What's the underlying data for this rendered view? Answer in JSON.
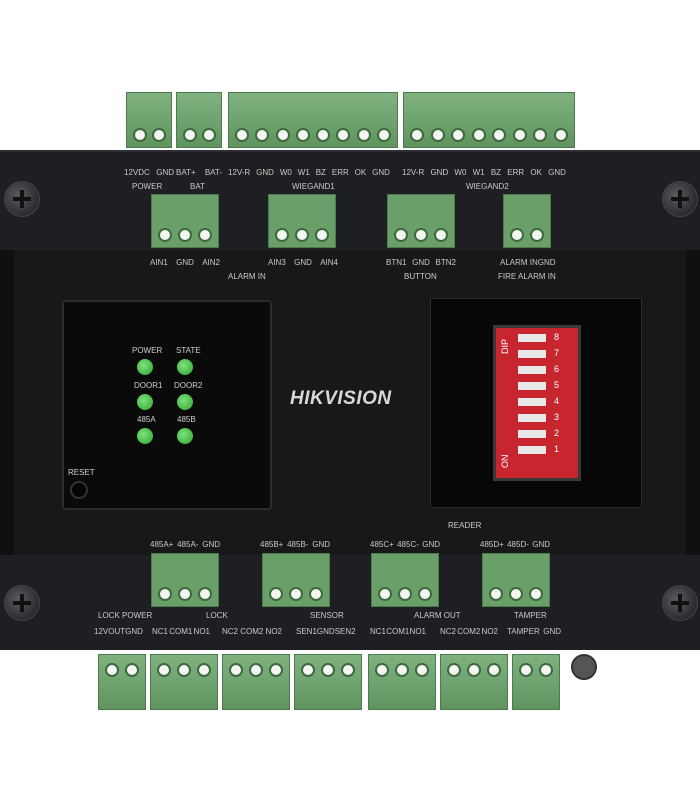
{
  "colors": {
    "panel": "#141517",
    "terminal": "#6a9f6a",
    "led": "#3fbf3f",
    "dip": "#c7262e"
  },
  "brand": "HIKVISION",
  "top_labels": {
    "power": [
      "12VDC",
      "GND"
    ],
    "power_group": "POWER",
    "bat": [
      "BAT+",
      "BAT-"
    ],
    "bat_group": "BAT",
    "wiegand1": [
      "12V-R",
      "GND",
      "W0",
      "W1",
      "BZ",
      "ERR",
      "OK",
      "GND"
    ],
    "wiegand1_group": "WIEGAND1",
    "wiegand2": [
      "12V-R",
      "GND",
      "W0",
      "W1",
      "BZ",
      "ERR",
      "OK",
      "GND"
    ],
    "wiegand2_group": "WIEGAND2"
  },
  "mid_labels": {
    "alarm_in_a": [
      "AIN1",
      "GND",
      "AIN2"
    ],
    "alarm_in_b": [
      "AIN3",
      "GND",
      "AIN4"
    ],
    "alarm_in_group": "ALARM IN",
    "button": [
      "BTN1",
      "GND",
      "BTN2"
    ],
    "button_group": "BUTTON",
    "fire": [
      "ALARM IN",
      "GND"
    ],
    "fire_group": "FIRE ALARM IN"
  },
  "leds": [
    {
      "label": "POWER"
    },
    {
      "label": "STATE"
    },
    {
      "label": "DOOR1"
    },
    {
      "label": "DOOR2"
    },
    {
      "label": "485A"
    },
    {
      "label": "485B"
    }
  ],
  "reset": "RESET",
  "dip": {
    "dip_label": "DIP",
    "on_label": "ON",
    "numbers": [
      "1",
      "2",
      "3",
      "4",
      "5",
      "6",
      "7",
      "8"
    ]
  },
  "rs485_labels": {
    "a": [
      "485A+",
      "485A-",
      "GND"
    ],
    "b": [
      "485B+",
      "485B-",
      "GND"
    ],
    "c": [
      "485C+",
      "485C-",
      "GND"
    ],
    "d": [
      "485D+",
      "485D-",
      "GND"
    ],
    "reader_group": "READER"
  },
  "bottom_labels": {
    "lock_power": [
      "12VOUT",
      "GND"
    ],
    "lock_power_group": "LOCK POWER",
    "lock1": [
      "NC1",
      "COM1",
      "NO1"
    ],
    "lock2": [
      "NC2",
      "COM2",
      "NO2"
    ],
    "lock_group": "LOCK",
    "sensor": [
      "SEN1",
      "GND",
      "SEN2"
    ],
    "sensor_group": "SENSOR",
    "alarm_out1": [
      "NC1",
      "COM1",
      "NO1"
    ],
    "alarm_out2": [
      "NC2",
      "COM2",
      "NO2"
    ],
    "alarm_out_group": "ALARM OUT",
    "tamper": [
      "TAMPER",
      "GND"
    ],
    "tamper_group": "TAMPER"
  }
}
